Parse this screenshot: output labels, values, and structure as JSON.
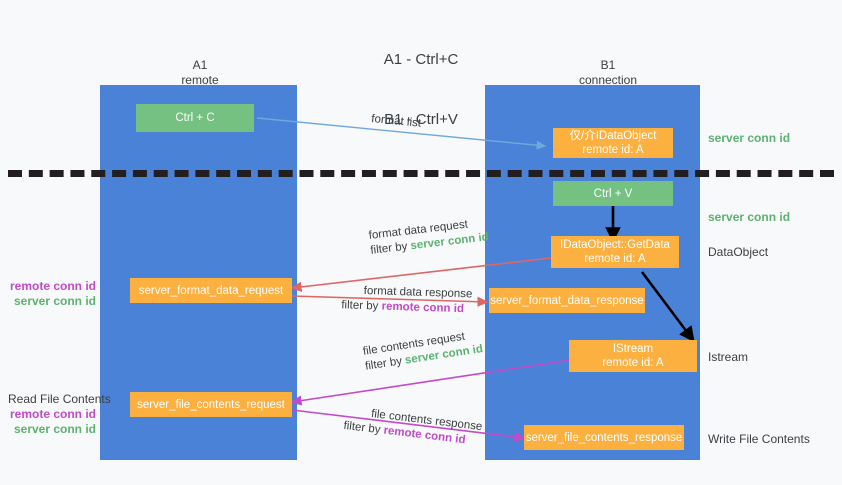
{
  "title": {
    "line1": "A1 - Ctrl+C",
    "line2": "B1 - Ctrl+V"
  },
  "columns": [
    {
      "name": "A1",
      "sub": "remote"
    },
    {
      "name": "B1",
      "sub": "connection"
    }
  ],
  "colors": {
    "lane": "#4a82d8",
    "green_box": "#74c182",
    "orange_box": "#fbb040",
    "server_conn_id": "#5cb270",
    "remote_conn_id": "#c34ac9",
    "arrow_blue": "#6fa8dc",
    "arrow_red": "#e06666",
    "arrow_purple": "#c34ac9",
    "arrow_black": "#000000",
    "divider": "#231f20"
  },
  "nodes": {
    "ctrl_c": {
      "line1": "Ctrl + C"
    },
    "idataobject": {
      "line1": "仅/介IDataObject",
      "line2": "remote id: A"
    },
    "ctrl_v": {
      "line1": "Ctrl + V"
    },
    "getdata": {
      "line1": "IDataObject::GetData",
      "line2": "remote id: A"
    },
    "istream": {
      "line1": "IStream",
      "line2": "remote id: A"
    },
    "server_format_data_request": {
      "line1": "server_format_data_request"
    },
    "server_format_data_response": {
      "line1": "server_format_data_response"
    },
    "server_file_contents_request": {
      "line1": "server_file_contents_request"
    },
    "server_file_contents_response": {
      "line1": "server_file_contents_response"
    }
  },
  "right_notes": [
    {
      "id": "server-conn-id-1",
      "text": "server conn id",
      "style": "green"
    },
    {
      "id": "server-conn-id-2",
      "text": "server conn id",
      "style": "green"
    },
    {
      "id": "dataobject",
      "text": "DataObject",
      "style": "plain"
    },
    {
      "id": "istream",
      "text": "Istream",
      "style": "plain"
    },
    {
      "id": "write-file-contents",
      "text": "Write File Contents",
      "style": "plain"
    }
  ],
  "left_notes": {
    "group1": {
      "line1": "remote conn id",
      "line2": "server conn id"
    },
    "group2": {
      "heading": "Read File Contents",
      "line1": "remote conn id",
      "line2": "server conn id"
    }
  },
  "edge_labels": {
    "format_list": "format list",
    "format_data_request": {
      "line1": "format data request",
      "line2_prefix": "filter by ",
      "line2_key": "server conn id"
    },
    "format_data_response": {
      "line1": "format data response",
      "line2_prefix": "filter by ",
      "line2_key": "remote conn id"
    },
    "file_contents_request": {
      "line1": "file contents request",
      "line2_prefix": "filter by ",
      "line2_key": "server conn id"
    },
    "file_contents_response": {
      "line1": "file contents response",
      "line2_prefix": "filter by ",
      "line2_key": "remote conn id"
    }
  }
}
